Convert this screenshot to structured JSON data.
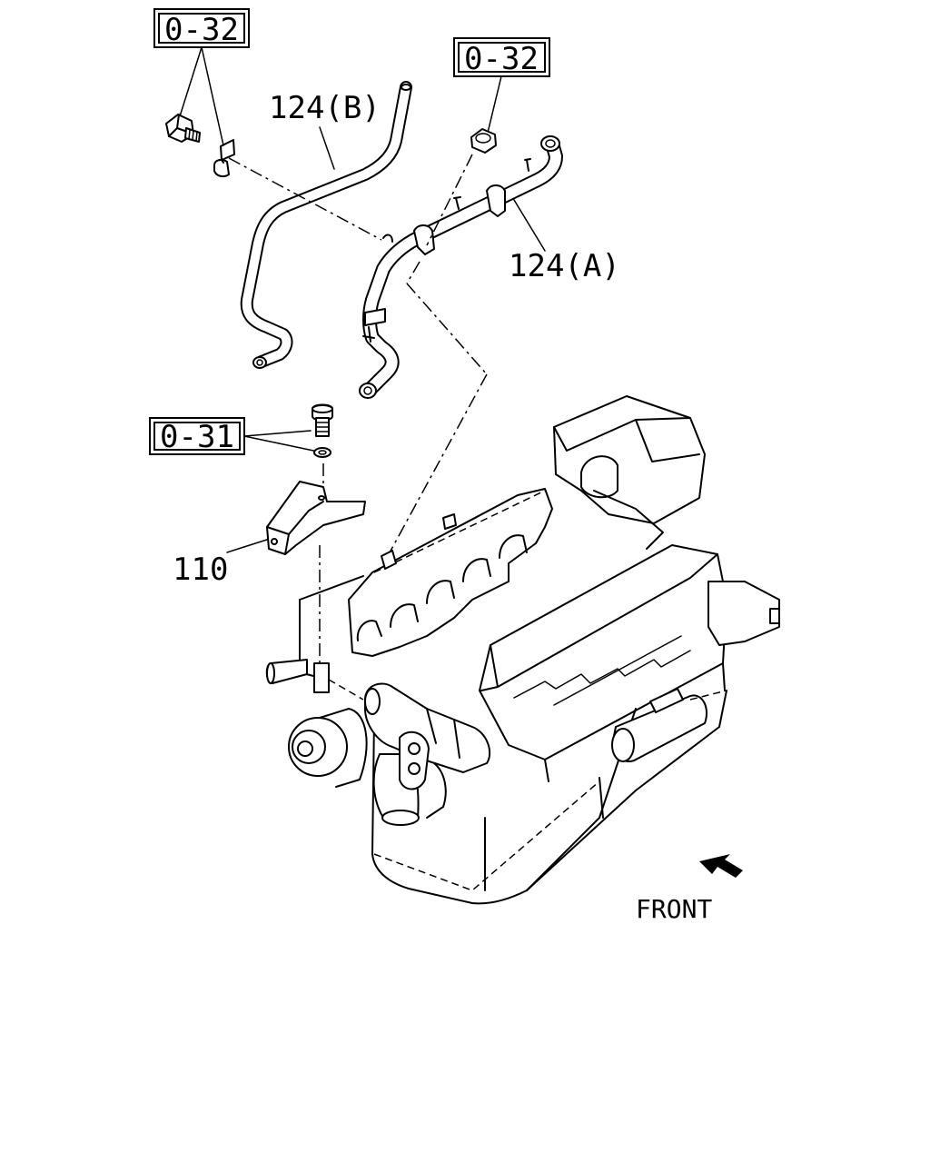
{
  "labels": {
    "ref_032_top": "0-32",
    "ref_032_right": "0-32",
    "ref_031": "0-31",
    "part_124b": "124(B)",
    "part_124a": "124(A)",
    "part_110": "110",
    "front": "FRONT"
  }
}
